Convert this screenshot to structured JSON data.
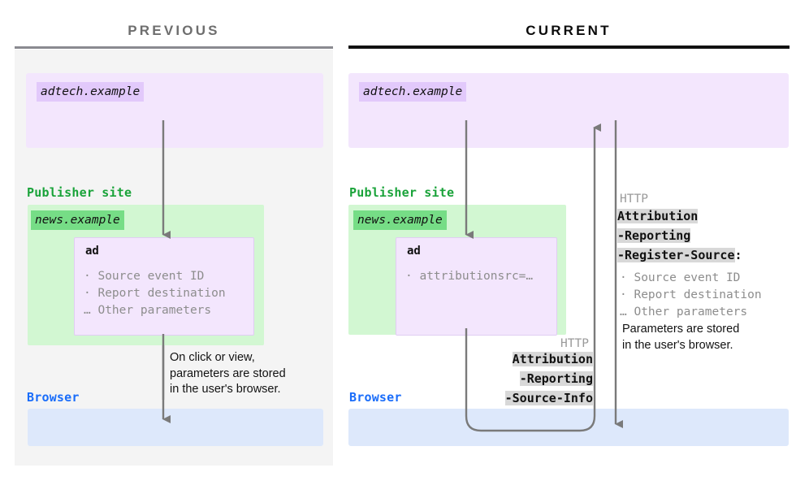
{
  "panels": {
    "previous": {
      "title": "PREVIOUS",
      "adtech_origin": "adtech.example",
      "publisher_label": "Publisher site",
      "publisher_origin": "news.example",
      "ad_title": "ad",
      "ad_params": "· Source event ID\n· Report destination\n… Other parameters",
      "browser_label": "Browser",
      "note": "On click or view,\nparameters are stored\nin the user's browser."
    },
    "current": {
      "title": "CURRENT",
      "adtech_origin": "adtech.example",
      "publisher_label": "Publisher site",
      "publisher_origin": "news.example",
      "ad_title": "ad",
      "ad_params": "· attributionsrc=…",
      "browser_label": "Browser",
      "note": "Parameters are stored\nin the user's browser.",
      "response_header": {
        "protocol": "HTTP",
        "line1": "Attribution",
        "line2": "-Reporting",
        "line3": "-Register-Source",
        "colon": ":",
        "params": "· Source event ID\n· Report destination\n… Other parameters"
      },
      "request_header": {
        "protocol": "HTTP",
        "line1": "Attribution",
        "line2": "-Reporting",
        "line3": "-Source-Info"
      }
    }
  },
  "colors": {
    "panel_bg": "#f4f4f4",
    "adtech_bg": "#f3e6fd",
    "adtech_chip": "#e2c9fb",
    "publisher_bg": "#d2f7d2",
    "publisher_chip": "#76dd86",
    "browser_bg": "#dde8fb",
    "green_text": "#1aa33a",
    "blue_text": "#1a6dfa",
    "arrow": "#6b6b6b",
    "header_highlight": "#d8d8d8",
    "muted_text": "#8d8d8d"
  }
}
